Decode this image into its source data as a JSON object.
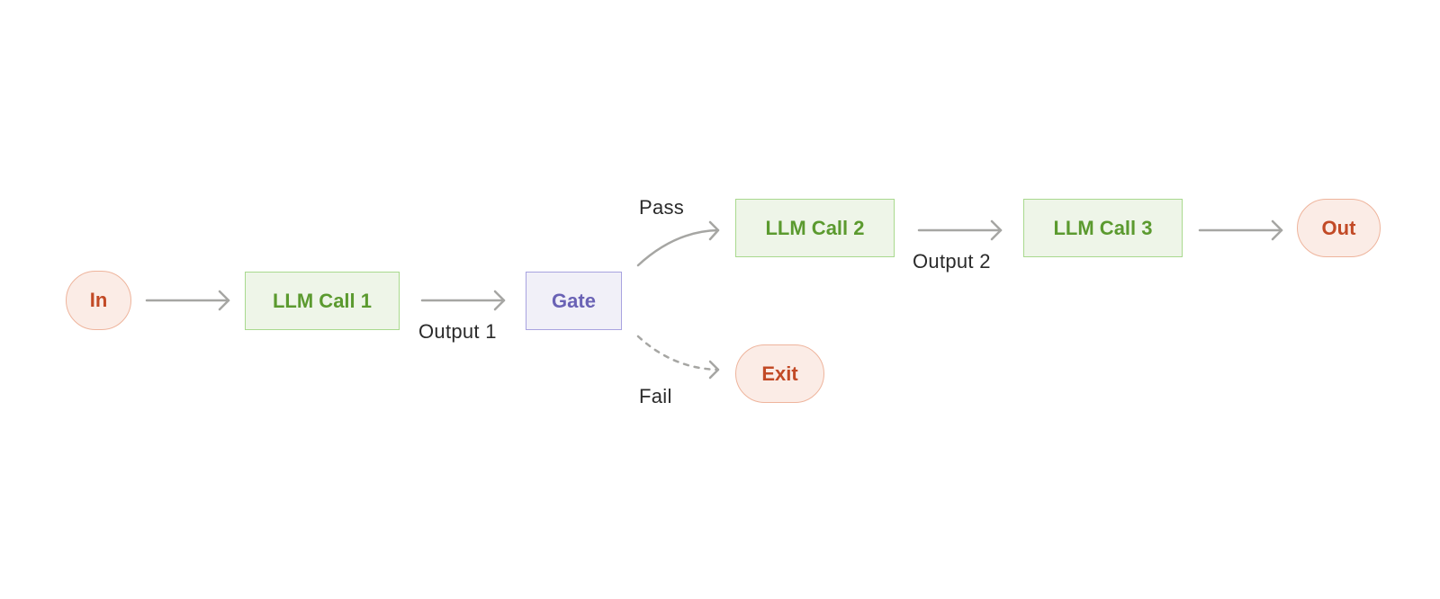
{
  "nodes": {
    "in": "In",
    "llm_call_1": "LLM Call 1",
    "gate": "Gate",
    "llm_call_2": "LLM Call 2",
    "llm_call_3": "LLM Call 3",
    "out": "Out",
    "exit": "Exit"
  },
  "edge_labels": {
    "output_1": "Output 1",
    "pass": "Pass",
    "fail": "Fail",
    "output_2": "Output 2"
  },
  "colors": {
    "arrow": "#a6a6a3",
    "terminal_fill": "#fbece6",
    "terminal_text": "#c24a26",
    "llm_fill": "#eef5e8",
    "llm_text": "#5b9a2f",
    "gate_fill": "#f1f0f8",
    "gate_text": "#6a62b5"
  }
}
